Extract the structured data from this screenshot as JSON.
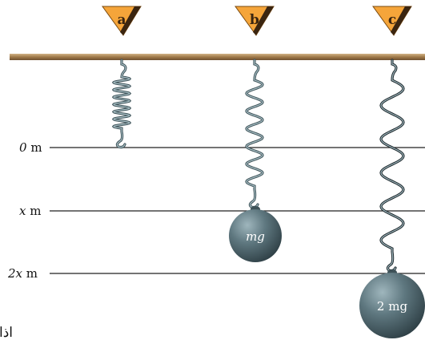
{
  "labels": {
    "a": "a",
    "b": "b",
    "c": "c"
  },
  "levels": {
    "zero": {
      "value": "0",
      "unit": "m"
    },
    "x": {
      "value": "x",
      "unit": "m"
    },
    "two_x": {
      "value": "2x",
      "unit": "m"
    }
  },
  "masses": {
    "b": "mg",
    "c": "2 mg"
  },
  "caption": "اذا علقنا",
  "colors": {
    "ceiling": "#b08a5a",
    "badge_fill": "#f5a53a",
    "badge_stroke": "#7a4a10",
    "spring": "#6f8a92",
    "mass": "#5a7078",
    "line": "#222222"
  }
}
